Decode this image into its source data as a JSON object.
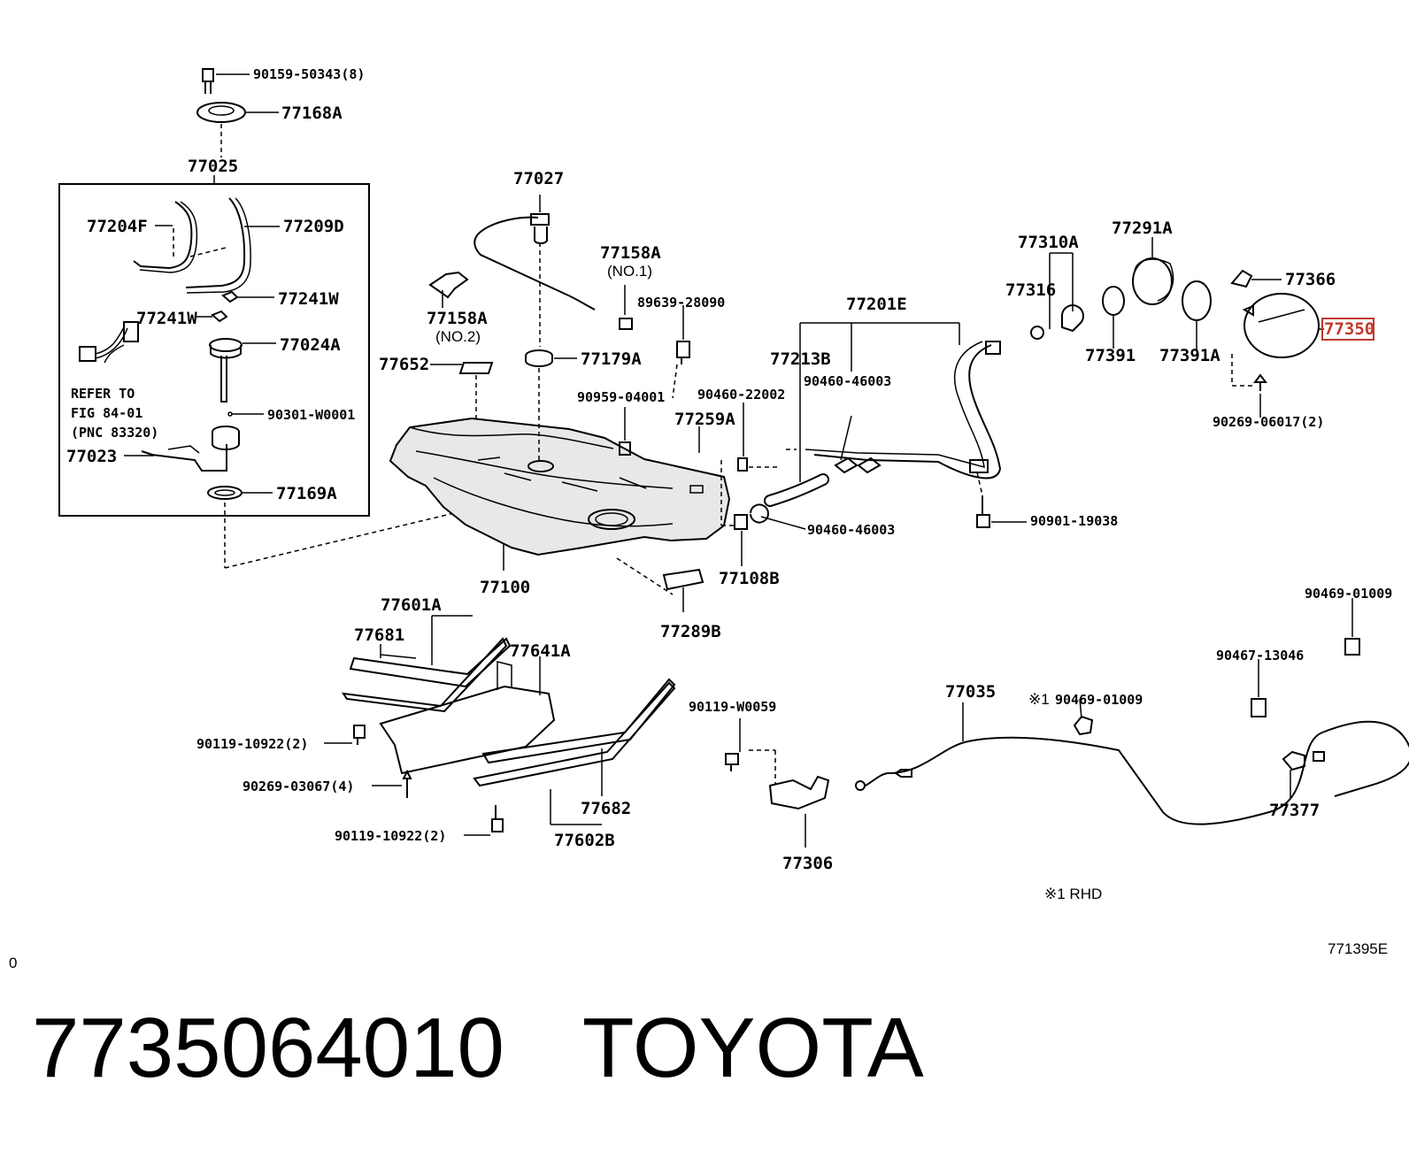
{
  "diagram": {
    "labels": [
      {
        "id": "p1",
        "text": "90159-50343(8)"
      },
      {
        "id": "p2",
        "text": "77168A"
      },
      {
        "id": "p3",
        "text": "77025"
      },
      {
        "id": "p4",
        "text": "77204F"
      },
      {
        "id": "p5",
        "text": "77209D"
      },
      {
        "id": "p6",
        "text": "77241W"
      },
      {
        "id": "p7",
        "text": "77241W"
      },
      {
        "id": "p8",
        "text": "77024A"
      },
      {
        "id": "p9",
        "text": "REFER TO"
      },
      {
        "id": "p10",
        "text": "FIG 84-01"
      },
      {
        "id": "p11",
        "text": "(PNC 83320)"
      },
      {
        "id": "p12",
        "text": "90301-W0001"
      },
      {
        "id": "p13",
        "text": "77023"
      },
      {
        "id": "p14",
        "text": "77169A"
      },
      {
        "id": "p15",
        "text": "77027"
      },
      {
        "id": "p16",
        "text": "77158A"
      },
      {
        "id": "p17",
        "text": "(NO.1)"
      },
      {
        "id": "p18",
        "text": "89639-28090"
      },
      {
        "id": "p19",
        "text": "77158A"
      },
      {
        "id": "p20",
        "text": "(NO.2)"
      },
      {
        "id": "p21",
        "text": "77652"
      },
      {
        "id": "p22",
        "text": "77179A"
      },
      {
        "id": "p23",
        "text": "90959-04001"
      },
      {
        "id": "p24",
        "text": "90460-22002"
      },
      {
        "id": "p25",
        "text": "77259A"
      },
      {
        "id": "p26",
        "text": "77201E"
      },
      {
        "id": "p27",
        "text": "77213B"
      },
      {
        "id": "p28",
        "text": "90460-46003"
      },
      {
        "id": "p29",
        "text": "77310A"
      },
      {
        "id": "p30",
        "text": "77316"
      },
      {
        "id": "p31",
        "text": "77291A"
      },
      {
        "id": "p32",
        "text": "77391"
      },
      {
        "id": "p33",
        "text": "77391A"
      },
      {
        "id": "p34",
        "text": "77366"
      },
      {
        "id": "p35",
        "text": "77350"
      },
      {
        "id": "p36",
        "text": "90269-06017(2)"
      },
      {
        "id": "p37",
        "text": "90901-19038"
      },
      {
        "id": "p38",
        "text": "90460-46003"
      },
      {
        "id": "p39",
        "text": "77108B"
      },
      {
        "id": "p40",
        "text": "77100"
      },
      {
        "id": "p41",
        "text": "77289B"
      },
      {
        "id": "p42",
        "text": "77601A"
      },
      {
        "id": "p43",
        "text": "77681"
      },
      {
        "id": "p44",
        "text": "77641A"
      },
      {
        "id": "p45",
        "text": "90119-10922(2)"
      },
      {
        "id": "p46",
        "text": "90269-03067(4)"
      },
      {
        "id": "p47",
        "text": "90119-10922(2)"
      },
      {
        "id": "p48",
        "text": "77682"
      },
      {
        "id": "p49",
        "text": "77602B"
      },
      {
        "id": "p50",
        "text": "90119-W0059"
      },
      {
        "id": "p51",
        "text": "77306"
      },
      {
        "id": "p52",
        "text": "77035"
      },
      {
        "id": "p53",
        "text": "※1"
      },
      {
        "id": "p54",
        "text": "90469-01009"
      },
      {
        "id": "p55",
        "text": "90469-01009"
      },
      {
        "id": "p56",
        "text": "90467-13046"
      },
      {
        "id": "p57",
        "text": "77377"
      },
      {
        "id": "p58",
        "text": "※1 RHD"
      },
      {
        "id": "p59",
        "text": "771395E"
      },
      {
        "id": "p60",
        "text": "0"
      }
    ],
    "highlight_color": "#c0392b"
  },
  "footer": {
    "part_number": "7735064010",
    "brand": "TOYOTA"
  }
}
